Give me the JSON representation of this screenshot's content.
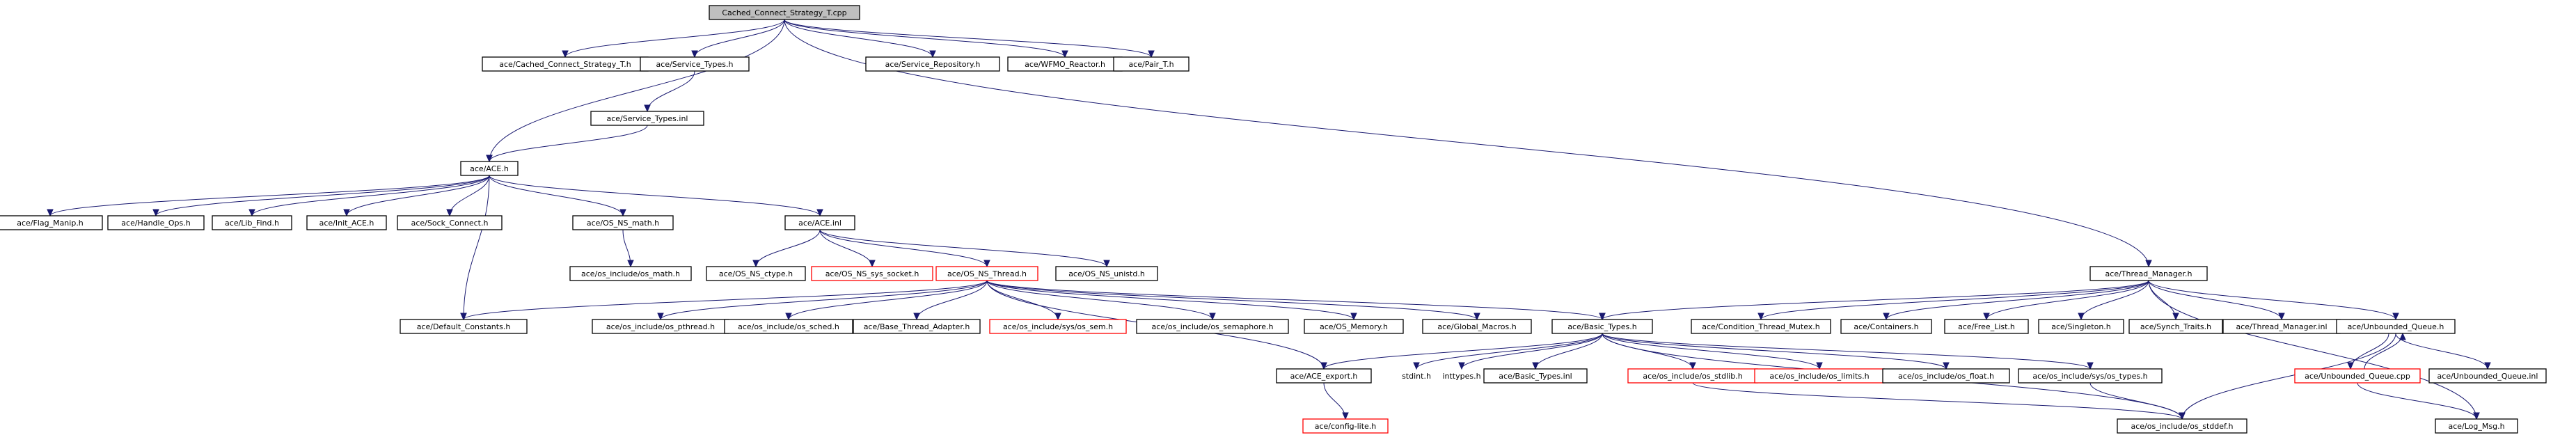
{
  "graph": {
    "nodes": [
      {
        "id": "root",
        "label": "Cached_Connect_Strategy_T.cpp",
        "style": "root"
      },
      {
        "id": "ccsh",
        "label": "ace/Cached_Connect_Strategy_T.h",
        "style": "normal"
      },
      {
        "id": "sth",
        "label": "ace/Service_Types.h",
        "style": "normal"
      },
      {
        "id": "srh",
        "label": "ace/Service_Repository.h",
        "style": "normal"
      },
      {
        "id": "wfmo",
        "label": "ace/WFMO_Reactor.h",
        "style": "normal"
      },
      {
        "id": "pair",
        "label": "ace/Pair_T.h",
        "style": "normal"
      },
      {
        "id": "stinl",
        "label": "ace/Service_Types.inl",
        "style": "normal"
      },
      {
        "id": "aceh",
        "label": "ace/ACE.h",
        "style": "normal"
      },
      {
        "id": "flag",
        "label": "ace/Flag_Manip.h",
        "style": "normal"
      },
      {
        "id": "handle",
        "label": "ace/Handle_Ops.h",
        "style": "normal"
      },
      {
        "id": "libfind",
        "label": "ace/Lib_Find.h",
        "style": "normal"
      },
      {
        "id": "initace",
        "label": "ace/Init_ACE.h",
        "style": "normal"
      },
      {
        "id": "sock",
        "label": "ace/Sock_Connect.h",
        "style": "normal"
      },
      {
        "id": "osnsmath",
        "label": "ace/OS_NS_math.h",
        "style": "normal"
      },
      {
        "id": "aceinl",
        "label": "ace/ACE.inl",
        "style": "normal"
      },
      {
        "id": "osmath",
        "label": "ace/os_include/os_math.h",
        "style": "normal"
      },
      {
        "id": "osnsctype",
        "label": "ace/OS_NS_ctype.h",
        "style": "normal"
      },
      {
        "id": "osnssyssock",
        "label": "ace/OS_NS_sys_socket.h",
        "style": "red"
      },
      {
        "id": "osnsthread",
        "label": "ace/OS_NS_Thread.h",
        "style": "red"
      },
      {
        "id": "osnsunistd",
        "label": "ace/OS_NS_unistd.h",
        "style": "normal"
      },
      {
        "id": "threadmgr",
        "label": "ace/Thread_Manager.h",
        "style": "normal"
      },
      {
        "id": "defconst",
        "label": "ace/Default_Constants.h",
        "style": "normal"
      },
      {
        "id": "pthread",
        "label": "ace/os_include/os_pthread.h",
        "style": "normal"
      },
      {
        "id": "sched",
        "label": "ace/os_include/os_sched.h",
        "style": "normal"
      },
      {
        "id": "basethr",
        "label": "ace/Base_Thread_Adapter.h",
        "style": "normal"
      },
      {
        "id": "syssem",
        "label": "ace/os_include/sys/os_sem.h",
        "style": "red"
      },
      {
        "id": "semaphore",
        "label": "ace/os_include/os_semaphore.h",
        "style": "normal"
      },
      {
        "id": "osmem",
        "label": "ace/OS_Memory.h",
        "style": "normal"
      },
      {
        "id": "globmac",
        "label": "ace/Global_Macros.h",
        "style": "normal"
      },
      {
        "id": "basictypes",
        "label": "ace/Basic_Types.h",
        "style": "normal"
      },
      {
        "id": "condmutex",
        "label": "ace/Condition_Thread_Mutex.h",
        "style": "normal"
      },
      {
        "id": "containers",
        "label": "ace/Containers.h",
        "style": "normal"
      },
      {
        "id": "freelist",
        "label": "ace/Free_List.h",
        "style": "normal"
      },
      {
        "id": "singleton",
        "label": "ace/Singleton.h",
        "style": "normal"
      },
      {
        "id": "synch",
        "label": "ace/Synch_Traits.h",
        "style": "normal"
      },
      {
        "id": "tminl",
        "label": "ace/Thread_Manager.inl",
        "style": "normal"
      },
      {
        "id": "unbq",
        "label": "ace/Unbounded_Queue.h",
        "style": "normal"
      },
      {
        "id": "aceexport",
        "label": "ace/ACE_export.h",
        "style": "normal"
      },
      {
        "id": "stdint",
        "label": "stdint.h",
        "style": "plain"
      },
      {
        "id": "inttypes",
        "label": "inttypes.h",
        "style": "plain"
      },
      {
        "id": "btinl",
        "label": "ace/Basic_Types.inl",
        "style": "normal"
      },
      {
        "id": "stdlib",
        "label": "ace/os_include/os_stdlib.h",
        "style": "red"
      },
      {
        "id": "limits",
        "label": "ace/os_include/os_limits.h",
        "style": "red"
      },
      {
        "id": "float",
        "label": "ace/os_include/os_float.h",
        "style": "normal"
      },
      {
        "id": "systypes",
        "label": "ace/os_include/sys/os_types.h",
        "style": "normal"
      },
      {
        "id": "unbqcpp",
        "label": "ace/Unbounded_Queue.cpp",
        "style": "red"
      },
      {
        "id": "unbqinl",
        "label": "ace/Unbounded_Queue.inl",
        "style": "normal"
      },
      {
        "id": "configlite",
        "label": "ace/config-lite.h",
        "style": "red"
      },
      {
        "id": "stddef",
        "label": "ace/os_include/os_stddef.h",
        "style": "normal"
      },
      {
        "id": "logmsg",
        "label": "ace/Log_Msg.h",
        "style": "normal"
      }
    ],
    "edges": [
      [
        "root",
        "ccsh"
      ],
      [
        "root",
        "sth"
      ],
      [
        "root",
        "srh"
      ],
      [
        "root",
        "wfmo"
      ],
      [
        "root",
        "pair"
      ],
      [
        "root",
        "aceh"
      ],
      [
        "root",
        "threadmgr"
      ],
      [
        "sth",
        "stinl"
      ],
      [
        "stinl",
        "aceh"
      ],
      [
        "aceh",
        "flag"
      ],
      [
        "aceh",
        "handle"
      ],
      [
        "aceh",
        "libfind"
      ],
      [
        "aceh",
        "initace"
      ],
      [
        "aceh",
        "sock"
      ],
      [
        "aceh",
        "osnsmath"
      ],
      [
        "aceh",
        "aceinl"
      ],
      [
        "aceh",
        "defconst"
      ],
      [
        "osnsmath",
        "osmath"
      ],
      [
        "aceinl",
        "osnsctype"
      ],
      [
        "aceinl",
        "osnssyssock"
      ],
      [
        "aceinl",
        "osnsthread"
      ],
      [
        "aceinl",
        "osnsunistd"
      ],
      [
        "osnsthread",
        "defconst"
      ],
      [
        "osnsthread",
        "pthread"
      ],
      [
        "osnsthread",
        "sched"
      ],
      [
        "osnsthread",
        "basethr"
      ],
      [
        "osnsthread",
        "syssem"
      ],
      [
        "osnsthread",
        "semaphore"
      ],
      [
        "osnsthread",
        "osmem"
      ],
      [
        "osnsthread",
        "globmac"
      ],
      [
        "osnsthread",
        "basictypes"
      ],
      [
        "osnsthread",
        "aceexport"
      ],
      [
        "threadmgr",
        "basictypes"
      ],
      [
        "threadmgr",
        "condmutex"
      ],
      [
        "threadmgr",
        "containers"
      ],
      [
        "threadmgr",
        "freelist"
      ],
      [
        "threadmgr",
        "singleton"
      ],
      [
        "threadmgr",
        "synch"
      ],
      [
        "threadmgr",
        "tminl"
      ],
      [
        "threadmgr",
        "unbq"
      ],
      [
        "threadmgr",
        "logmsg"
      ],
      [
        "basictypes",
        "aceexport"
      ],
      [
        "basictypes",
        "stdint"
      ],
      [
        "basictypes",
        "inttypes"
      ],
      [
        "basictypes",
        "btinl"
      ],
      [
        "basictypes",
        "stdlib"
      ],
      [
        "basictypes",
        "limits"
      ],
      [
        "basictypes",
        "float"
      ],
      [
        "basictypes",
        "systypes"
      ],
      [
        "basictypes",
        "stddef"
      ],
      [
        "aceexport",
        "configlite"
      ],
      [
        "stdlib",
        "stddef"
      ],
      [
        "systypes",
        "stddef"
      ],
      [
        "unbq",
        "unbqcpp"
      ],
      [
        "unbqcpp",
        "unbq"
      ],
      [
        "unbq",
        "unbqinl"
      ],
      [
        "unbq",
        "stddef"
      ],
      [
        "unbqcpp",
        "logmsg"
      ]
    ]
  }
}
